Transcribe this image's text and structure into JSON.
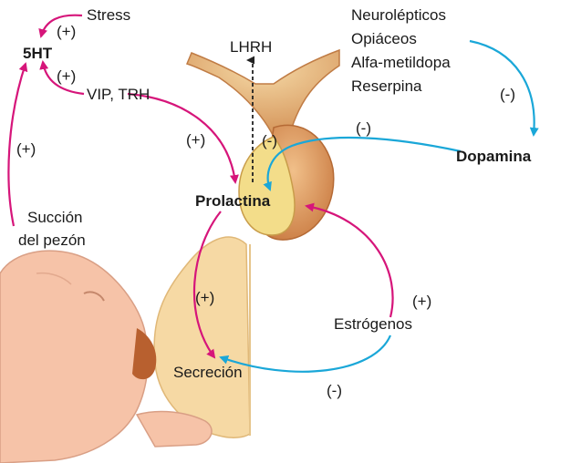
{
  "labels": {
    "stress": "Stress",
    "plus_stress": "(+)",
    "five_ht": "5HT",
    "plus_vip": "(+)",
    "vip_trh": "VIP, TRH",
    "lhrh": "LHRH",
    "plus_left": "(+)",
    "plus_vip_prl": "(+)",
    "minus_pituitary": "(-)",
    "drugs": [
      "Neurolépticos",
      "Opiáceos",
      "Alfa-metildopa",
      "Reserpina"
    ],
    "minus_drugs": "(-)",
    "minus_dopamina": "(-)",
    "dopamina": "Dopamina",
    "prolactina": "Prolactina",
    "succion_1": "Succión",
    "succion_2": "del pezón",
    "plus_secrecion": "(+)",
    "plus_estrogenos": "(+)",
    "estrogenos": "Estrógenos",
    "secrecion": "Secreción",
    "minus_estrogenos": "(-)"
  },
  "colors": {
    "stimulation_arrow": "#d6157a",
    "inhibition_arrow": "#1aa7d8",
    "gland_fill": "#e8a96e",
    "gland_shadow": "#c1703e",
    "anterior_lobe": "#f3dd8a",
    "skin": "#f6c3a8",
    "breast": "#f6d9a4"
  }
}
